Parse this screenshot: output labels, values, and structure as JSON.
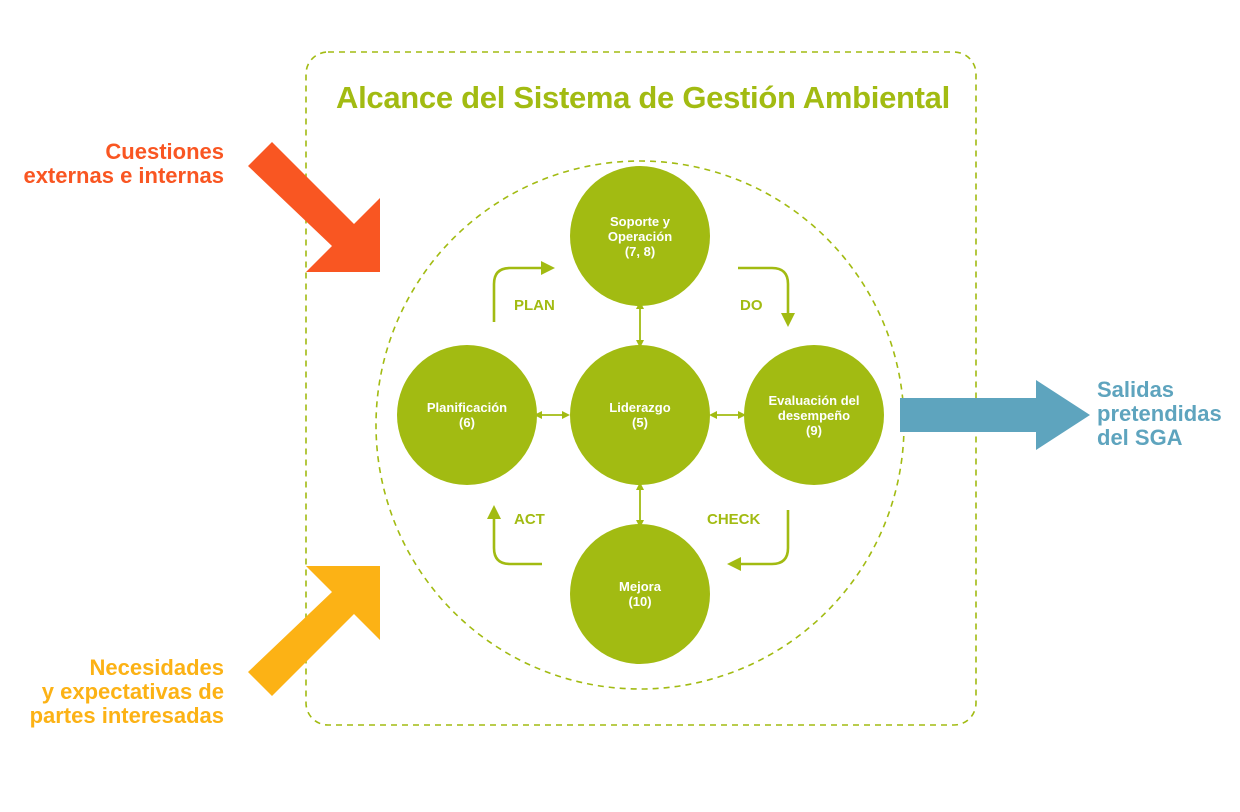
{
  "title": "Alcance del Sistema de Gestión Ambiental",
  "inputs": {
    "external": {
      "lines": [
        "Cuestiones",
        "externas e internas"
      ],
      "color": "#f95622"
    },
    "stakeholders": {
      "lines": [
        "Necesidades",
        "y expectativas de",
        "partes interesadas"
      ],
      "color": "#fcb215"
    }
  },
  "output": {
    "lines": [
      "Salidas",
      "pretendidas",
      "del SGA"
    ],
    "color": "#5ea4be"
  },
  "accent_color": "#a2bb12",
  "nodes": {
    "support": {
      "lines": [
        "Soporte y",
        "Operación",
        "(7, 8)"
      ]
    },
    "planning": {
      "lines": [
        "Planificación",
        "(6)"
      ]
    },
    "leadership": {
      "lines": [
        "Liderazgo",
        "(5)"
      ]
    },
    "evaluation": {
      "lines": [
        "Evaluación del",
        "desempeño",
        "(9)"
      ]
    },
    "improvement": {
      "lines": [
        "Mejora",
        "(10)"
      ]
    }
  },
  "cycle": {
    "plan": "PLAN",
    "do": "DO",
    "check": "CHECK",
    "act": "ACT"
  }
}
